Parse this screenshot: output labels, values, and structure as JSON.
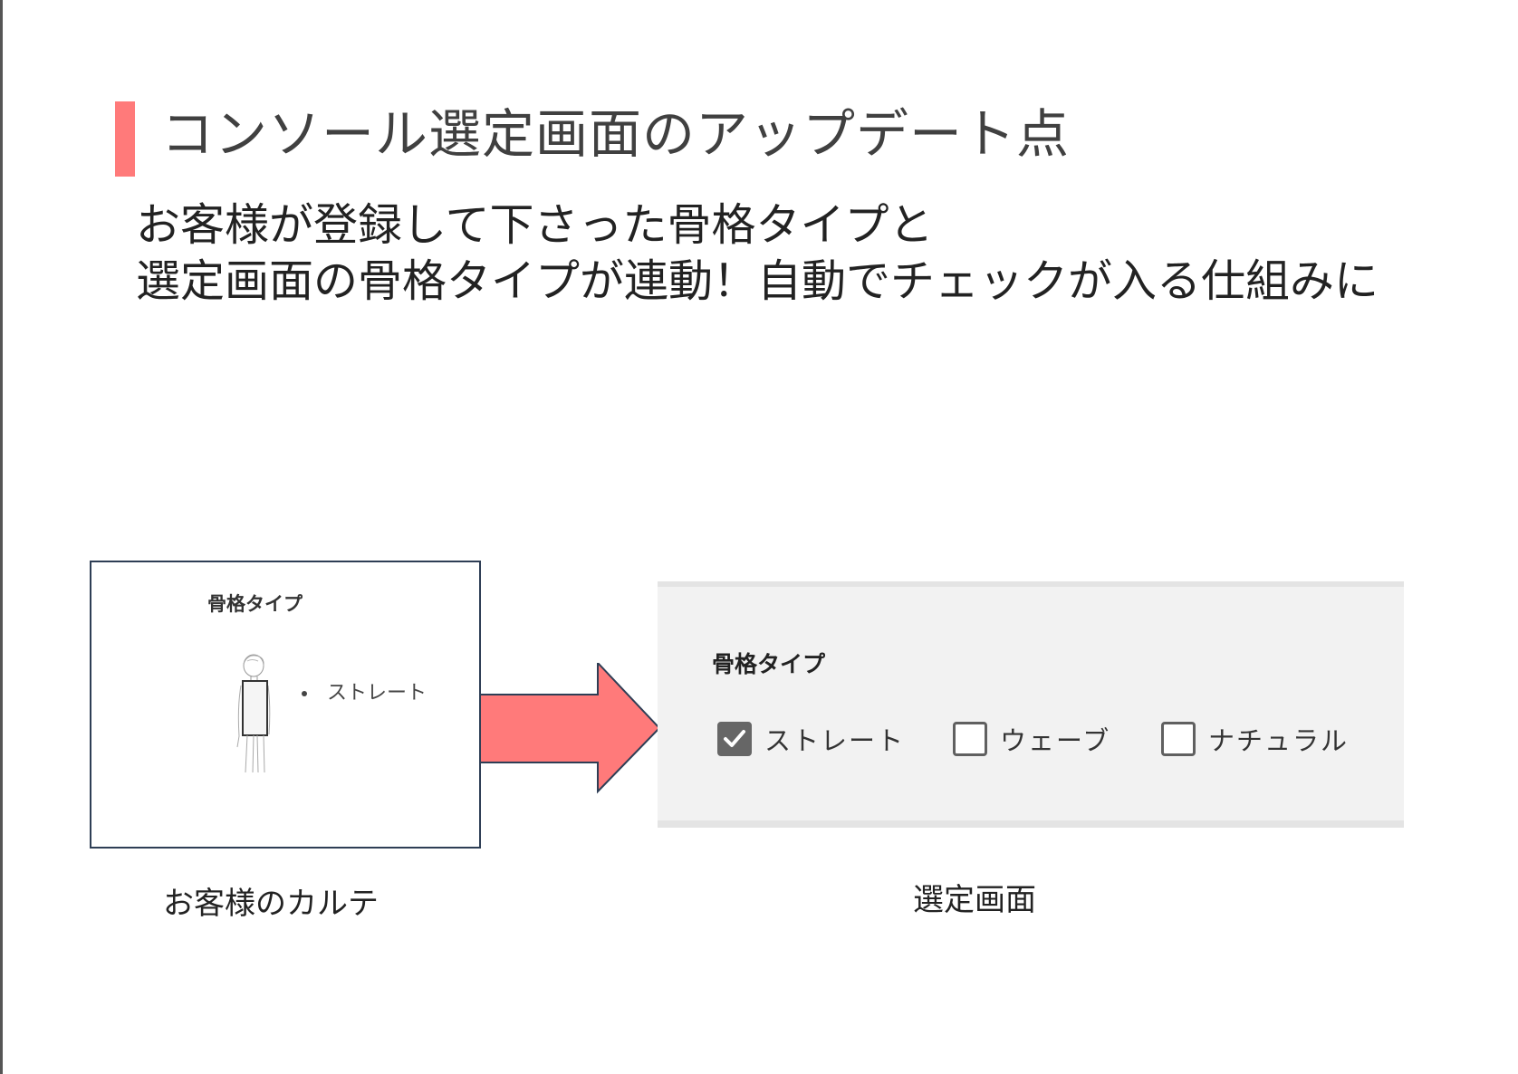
{
  "slide": {
    "title": "コンソール選定画面のアップデート点",
    "subtitle_lines": [
      "お客様が登録して下さった骨格タイプと",
      "選定画面の骨格タイプが連動！自動でチェックが入る仕組みに"
    ],
    "accent_color": "#ff7a7a"
  },
  "karte": {
    "heading": "骨格タイプ",
    "bullet": "ストレート",
    "caption": "お客様のカルテ",
    "illustration_icon": "body-figure-icon"
  },
  "arrow": {
    "icon": "right-arrow-icon",
    "color": "#ff7a7a"
  },
  "selection": {
    "heading": "骨格タイプ",
    "options": [
      {
        "label": "ストレート",
        "checked": true
      },
      {
        "label": "ウェーブ",
        "checked": false
      },
      {
        "label": "ナチュラル",
        "checked": false
      }
    ],
    "caption": "選定画面"
  }
}
